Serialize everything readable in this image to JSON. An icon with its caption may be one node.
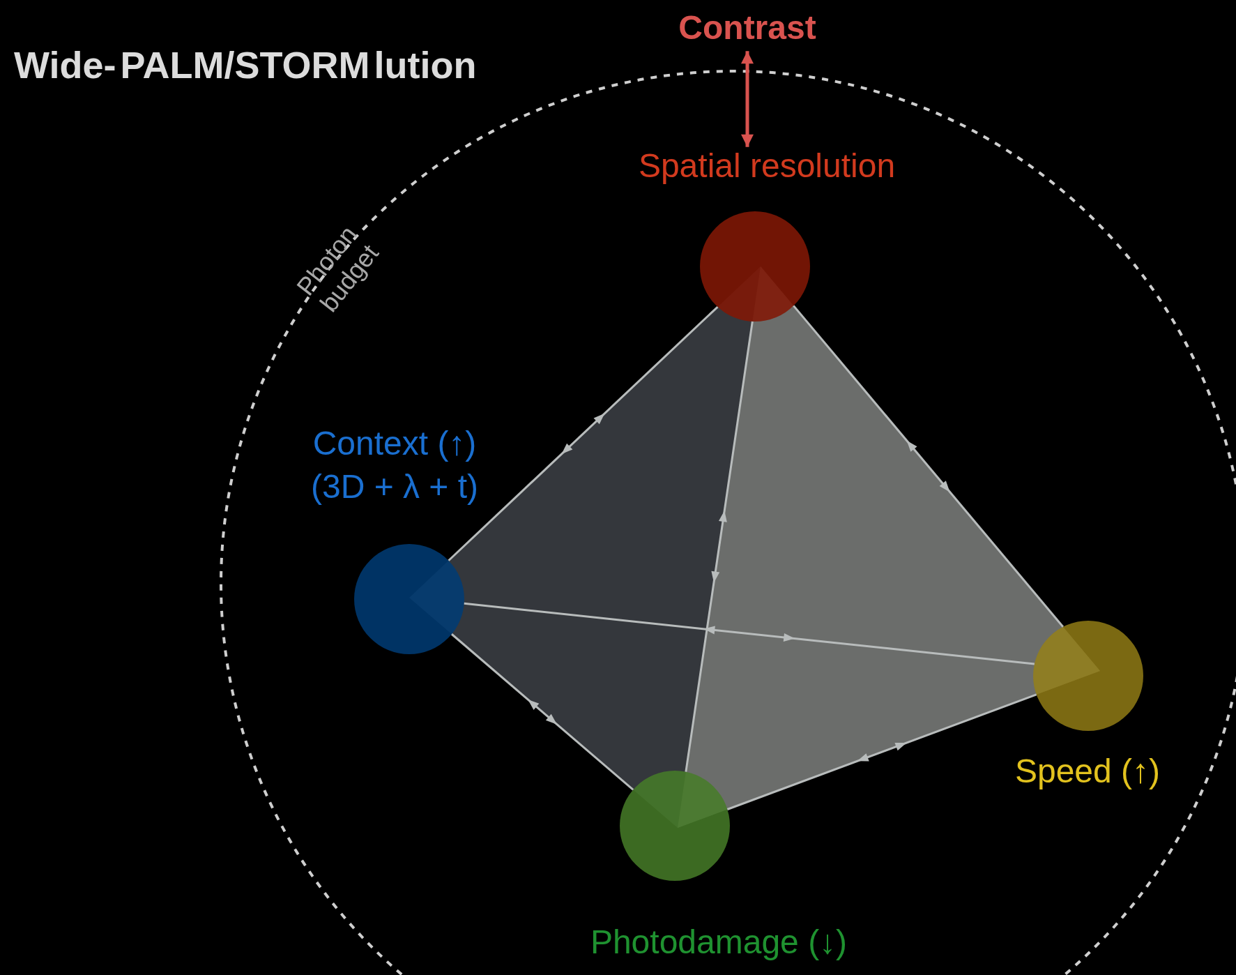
{
  "diagram": {
    "nodes": [
      {
        "text": [
          "Contrast"
        ]
      },
      {
        "text": [
          "Spatial resolution"
        ]
      },
      {
        "text": [
          "Context (↑) (3D + λ + t)"
        ]
      },
      {
        "text": [
          "Speed (↑)"
        ]
      },
      {
        "text": [
          "Photodamage (↓)"
        ]
      }
    ],
    "edges": [
      {
        "from": 0,
        "to": 1,
        "arrow": "both",
        "color": "#d9534f"
      },
      {
        "from": 2,
        "to": 1,
        "arrow": "both"
      },
      {
        "from": 1,
        "to": 3,
        "arrow": "both"
      },
      {
        "from": 1,
        "to": 4,
        "arrow": "both"
      },
      {
        "from": 2,
        "to": 3,
        "arrow": "both"
      },
      {
        "from": 2,
        "to": 4,
        "arrow": "both"
      },
      {
        "from": 4,
        "to": 3,
        "arrow": "both"
      }
    ],
    "labels": [
      "Wide-",
      "PALM/STORM",
      "lution",
      "Photon budget"
    ]
  }
}
